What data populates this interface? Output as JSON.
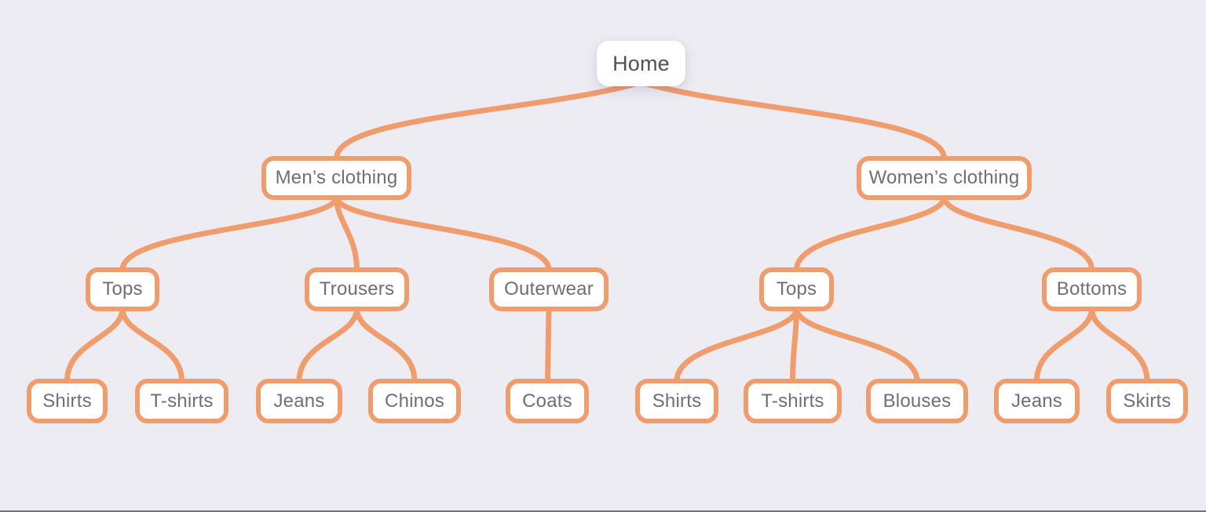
{
  "diagram": {
    "type": "tree",
    "description": "Website navigation sitemap"
  },
  "colors": {
    "background": "#EDECF2",
    "accent": "#F09D6E",
    "node_fill": "#FFFFFF",
    "label_text": "#6F6F74",
    "root_text": "#515155"
  },
  "tree": {
    "label": "Home",
    "children": [
      {
        "label": "Men’s clothing",
        "children": [
          {
            "label": "Tops",
            "children": [
              {
                "label": "Shirts"
              },
              {
                "label": "T-shirts"
              }
            ]
          },
          {
            "label": "Trousers",
            "children": [
              {
                "label": "Jeans"
              },
              {
                "label": "Chinos"
              }
            ]
          },
          {
            "label": "Outerwear",
            "children": [
              {
                "label": "Coats"
              }
            ]
          }
        ]
      },
      {
        "label": "Women’s clothing",
        "children": [
          {
            "label": "Tops",
            "children": [
              {
                "label": "Shirts"
              },
              {
                "label": "T-shirts"
              },
              {
                "label": "Blouses"
              }
            ]
          },
          {
            "label": "Bottoms",
            "children": [
              {
                "label": "Jeans"
              },
              {
                "label": "Skirts"
              }
            ]
          }
        ]
      }
    ]
  }
}
